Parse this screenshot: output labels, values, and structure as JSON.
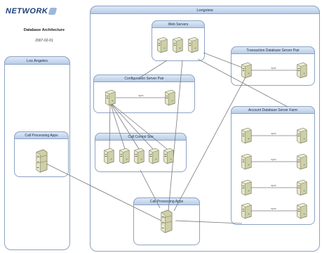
{
  "logo": {
    "text": "NETWORK",
    "sub": ""
  },
  "document": {
    "title": "Database Architecture",
    "date": "2007-02-01"
  },
  "zones": {
    "losangeles": "Los Angeles",
    "longview": "Longview"
  },
  "groups": {
    "web_servers": "Web Servers",
    "config_pair": "Configuration Server Pair",
    "call_control": "Call Control Site",
    "transaction_pair": "Transaction Database Server Pair",
    "account_farm": "Account Database Server Farm",
    "call_apps_la": "Call Processing Apps",
    "call_apps_lv": "Call Processing Apps"
  },
  "links": {
    "config_pair": "sync",
    "transaction_pair": "sync",
    "account_farm": "sync"
  },
  "colors": {
    "frame": "#8ea3c2",
    "header_top": "#dde8f6",
    "header_bottom": "#b9cde8",
    "server_body": "#cfcfa8",
    "server_face": "#e8e8c8",
    "link": "#7a7a7a"
  }
}
